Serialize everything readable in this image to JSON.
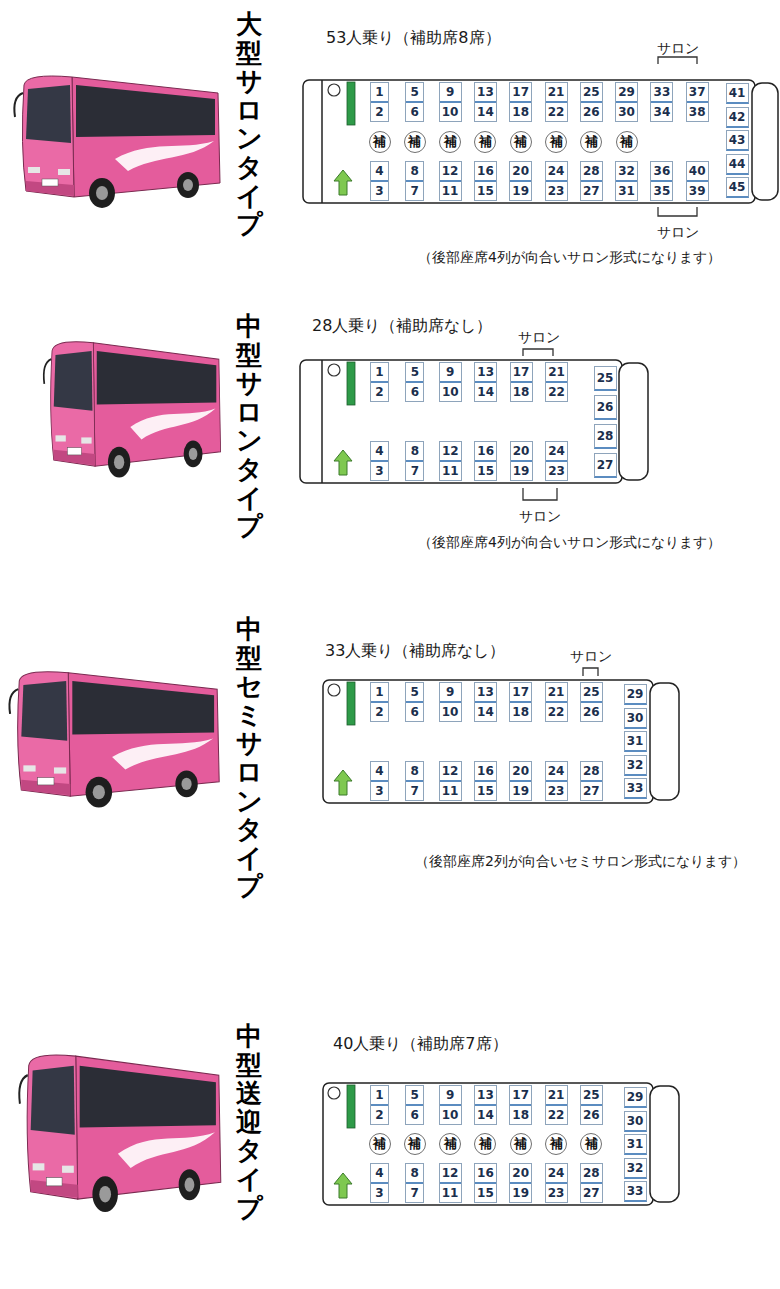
{
  "diagram": {
    "nodes": [
      {
        "text": [
          "1",
          "2"
        ]
      },
      {
        "text": [
          "5",
          "6"
        ]
      },
      {
        "text": [
          "9",
          "10"
        ]
      },
      {
        "text": [
          "13",
          "14"
        ]
      },
      {
        "text": [
          "17",
          "18"
        ]
      },
      {
        "text": [
          "21",
          "22"
        ]
      },
      {
        "text": [
          "25",
          "26"
        ]
      },
      {
        "text": [
          "29",
          "30"
        ]
      },
      {
        "text": [
          "33",
          "34"
        ]
      },
      {
        "text": [
          "37",
          "38"
        ]
      },
      {
        "text": [
          "補"
        ]
      },
      {
        "text": [
          "補"
        ]
      },
      {
        "text": [
          "補"
        ]
      },
      {
        "text": [
          "補"
        ]
      },
      {
        "text": [
          "補"
        ]
      },
      {
        "text": [
          "補"
        ]
      },
      {
        "text": [
          "補"
        ]
      },
      {
        "text": [
          "補"
        ]
      },
      {
        "text": [
          "4",
          "3"
        ]
      },
      {
        "text": [
          "8",
          "7"
        ]
      },
      {
        "text": [
          "12",
          "11"
        ]
      },
      {
        "text": [
          "16",
          "15"
        ]
      },
      {
        "text": [
          "20",
          "19"
        ]
      },
      {
        "text": [
          "24",
          "23"
        ]
      },
      {
        "text": [
          "28",
          "27"
        ]
      },
      {
        "text": [
          "32",
          "31"
        ]
      },
      {
        "text": [
          "36",
          "35"
        ]
      },
      {
        "text": [
          "40",
          "39"
        ]
      },
      {
        "text": [
          "41"
        ]
      },
      {
        "text": [
          "42"
        ]
      },
      {
        "text": [
          "43"
        ]
      },
      {
        "text": [
          "44"
        ]
      },
      {
        "text": [
          "45"
        ]
      },
      {
        "text": [
          "1",
          "2"
        ]
      },
      {
        "text": [
          "5",
          "6"
        ]
      },
      {
        "text": [
          "9",
          "10"
        ]
      },
      {
        "text": [
          "13",
          "14"
        ]
      },
      {
        "text": [
          "17",
          "18"
        ]
      },
      {
        "text": [
          "21",
          "22"
        ]
      },
      {
        "text": [
          "4",
          "3"
        ]
      },
      {
        "text": [
          "8",
          "7"
        ]
      },
      {
        "text": [
          "12",
          "11"
        ]
      },
      {
        "text": [
          "16",
          "15"
        ]
      },
      {
        "text": [
          "20",
          "19"
        ]
      },
      {
        "text": [
          "24",
          "23"
        ]
      },
      {
        "text": [
          "25"
        ]
      },
      {
        "text": [
          "26"
        ]
      },
      {
        "text": [
          "28"
        ]
      },
      {
        "text": [
          "27"
        ]
      },
      {
        "text": [
          "1",
          "2"
        ]
      },
      {
        "text": [
          "5",
          "6"
        ]
      },
      {
        "text": [
          "9",
          "10"
        ]
      },
      {
        "text": [
          "13",
          "14"
        ]
      },
      {
        "text": [
          "17",
          "18"
        ]
      },
      {
        "text": [
          "21",
          "22"
        ]
      },
      {
        "text": [
          "25",
          "26"
        ]
      },
      {
        "text": [
          "4",
          "3"
        ]
      },
      {
        "text": [
          "8",
          "7"
        ]
      },
      {
        "text": [
          "12",
          "11"
        ]
      },
      {
        "text": [
          "16",
          "15"
        ]
      },
      {
        "text": [
          "20",
          "19"
        ]
      },
      {
        "text": [
          "24",
          "23"
        ]
      },
      {
        "text": [
          "28",
          "27"
        ]
      },
      {
        "text": [
          "29"
        ]
      },
      {
        "text": [
          "30"
        ]
      },
      {
        "text": [
          "31"
        ]
      },
      {
        "text": [
          "32"
        ]
      },
      {
        "text": [
          "33"
        ]
      },
      {
        "text": [
          "1",
          "2"
        ]
      },
      {
        "text": [
          "5",
          "6"
        ]
      },
      {
        "text": [
          "9",
          "10"
        ]
      },
      {
        "text": [
          "13",
          "14"
        ]
      },
      {
        "text": [
          "17",
          "18"
        ]
      },
      {
        "text": [
          "21",
          "22"
        ]
      },
      {
        "text": [
          "25",
          "26"
        ]
      },
      {
        "text": [
          "補"
        ]
      },
      {
        "text": [
          "補"
        ]
      },
      {
        "text": [
          "補"
        ]
      },
      {
        "text": [
          "補"
        ]
      },
      {
        "text": [
          "補"
        ]
      },
      {
        "text": [
          "補"
        ]
      },
      {
        "text": [
          "補"
        ]
      },
      {
        "text": [
          "4",
          "3"
        ]
      },
      {
        "text": [
          "8",
          "7"
        ]
      },
      {
        "text": [
          "12",
          "11"
        ]
      },
      {
        "text": [
          "16",
          "15"
        ]
      },
      {
        "text": [
          "20",
          "19"
        ]
      },
      {
        "text": [
          "24",
          "23"
        ]
      },
      {
        "text": [
          "28",
          "27"
        ]
      },
      {
        "text": [
          "29"
        ]
      },
      {
        "text": [
          "30"
        ]
      },
      {
        "text": [
          "31"
        ]
      },
      {
        "text": [
          "32"
        ]
      },
      {
        "text": [
          "33"
        ]
      }
    ],
    "labels": [
      "大型サロンタイプ",
      "53人乗り（補助席8席）",
      "サロン",
      "サロン",
      "（後部座席4列が向合いサロン形式になります）",
      "中型サロンタイプ",
      "28人乗り（補助席なし）",
      "サロン",
      "サロン",
      "（後部座席4列が向合いサロン形式になります）",
      "中型セミサロンタイプ",
      "33人乗り（補助席なし）",
      "サロン",
      "（後部座席2列が向合いセミサロン形式になります）",
      "中型送迎タイプ",
      "40人乗り（補助席7席）"
    ]
  }
}
